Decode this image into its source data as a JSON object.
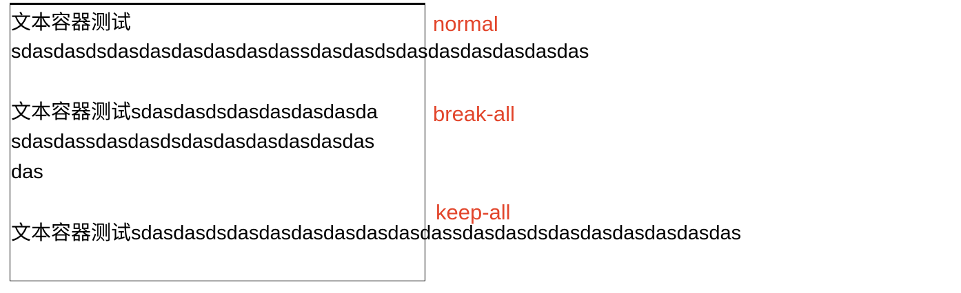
{
  "samples": {
    "normal": {
      "label": "normal",
      "line1": "文本容器测试",
      "line2": "sdasdasdsdasdasdasdasdasdassdasdasdsdasdasdasdasdasdas"
    },
    "break_all": {
      "label": "break-all",
      "line1": "文本容器测试sdasdasdsdasdasdasdasda",
      "line2": "sdasdassdasdasdsdasdasdasdasdasdas",
      "line3": "das"
    },
    "keep_all": {
      "label": "keep-all",
      "line1": "文本容器测试sdasdasdsdasdasdasdasdasdasdassdasdasdsdasdasdasdasdasdas"
    }
  },
  "colors": {
    "label": "#e2452b",
    "text": "#000000",
    "border": "#000000"
  }
}
